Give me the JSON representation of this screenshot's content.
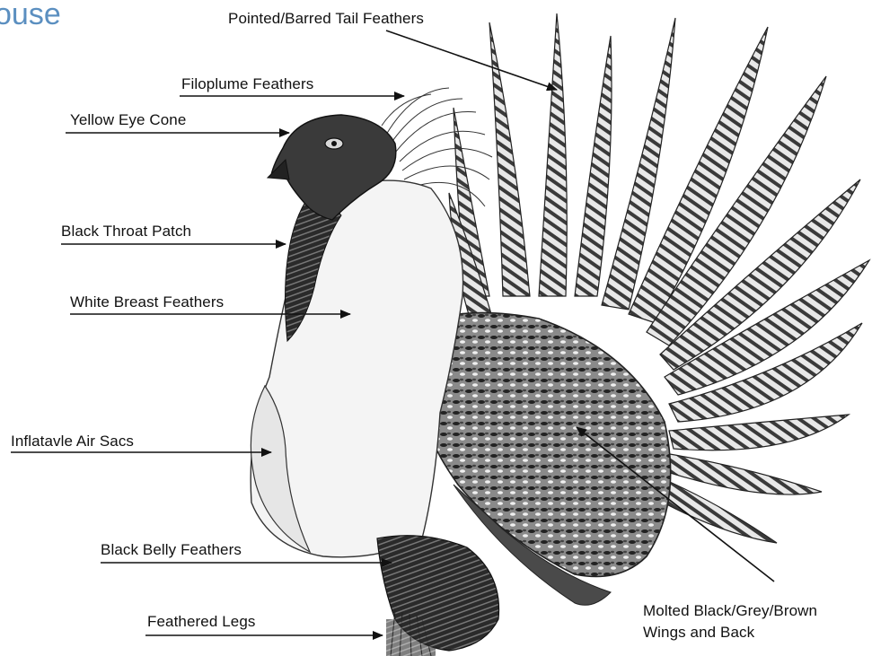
{
  "title_fragment": "ouse",
  "colors": {
    "title": "#5b8fc0",
    "ink": "#111111",
    "breast": "#f4f4f4",
    "dark_feather": "#2a2a2a"
  },
  "labels": {
    "tail": "Pointed/Barred Tail Feathers",
    "filoplume": "Filoplume Feathers",
    "eye_cone": "Yellow Eye Cone",
    "throat": "Black Throat Patch",
    "breast": "White Breast Feathers",
    "air_sacs": "Inflatavle Air Sacs",
    "belly": "Black Belly Feathers",
    "legs": "Feathered Legs",
    "wings": "Molted Black/Grey/Brown\nWings and Back"
  }
}
